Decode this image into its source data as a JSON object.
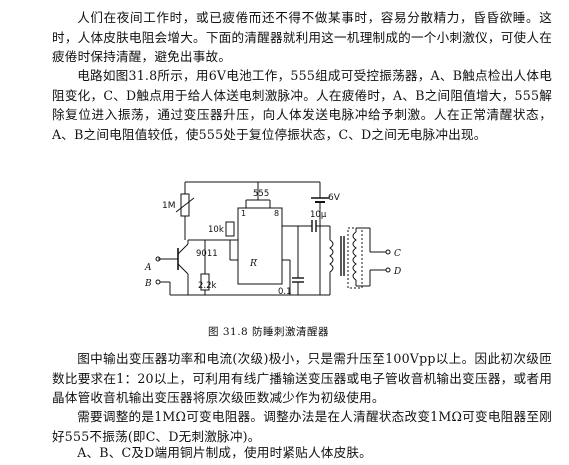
{
  "paragraphs": {
    "p1": "人们在夜间工作时，或已疲倦而还不得不做某事时，容易分散精力，昏昏欲睡。这时，人体皮肤电阻会增大。下面的清醒器就利用这一机理制成的一个小刺激仪，可使人在疲倦时保持清醒，避免出事故。",
    "p2": "电路如图31.8所示，用6V电池工作，555组成可受控振荡器，A、B触点检出人体电阻变化，C、D触点用于给人体送电刺激脉冲。人在疲倦时，A、B之间阻值增大，555解除复位进入振荡，通过变压器升压，向人体发送电脉冲给予刺激。人在正常清醒状态，A、B之间电阻值较低，使555处于复位停振状态，C、D之间无电脉冲出现。",
    "p3": "图中输出变压器功率和电流(次级)极小，只是需升压至100Vpp以上。因此初次级匝数比要求在1：20以上，可利用有线广播输送变压器或电子管收音机输出变压器，或者用晶体管收音机输出变压器将原次级匝数减少作为初级使用。",
    "p4": "需要调整的是1MΩ可变电阻器。调整办法是在人清醒状态改变1MΩ可变电阻器至刚好555不振荡(即C、D无刺激脉冲)。",
    "p5": "A、B、C及D端用铜片制成，使用时紧贴人体皮肤。"
  },
  "figure": {
    "caption": "图 31.8  防睡刺激清醒器",
    "labels": {
      "pot": "1M",
      "transistor": "9011",
      "chip": "555",
      "pin1": "1",
      "pin8": "8",
      "reset": "R",
      "r10k": "10k",
      "r22k": "2.2k",
      "cap10u": "10μ",
      "cap01": "0.1",
      "supply": "6V",
      "termA": "A",
      "termB": "B",
      "termC": "C",
      "termD": "D"
    }
  }
}
